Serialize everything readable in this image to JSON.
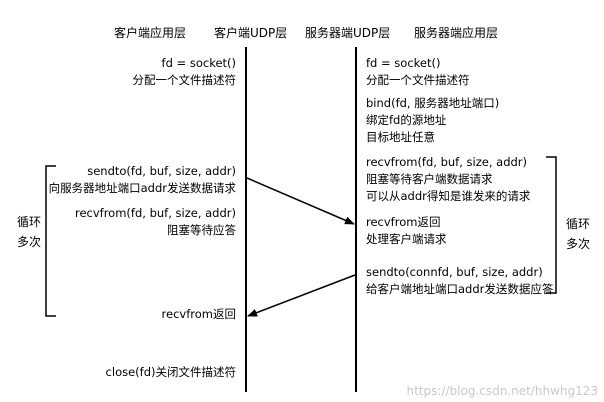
{
  "headers": {
    "client_app": "客户端应用层",
    "client_udp": "客户端UDP层",
    "server_udp": "服务器端UDP层",
    "server_app": "服务器端应用层"
  },
  "client": {
    "socket": "fd = socket()",
    "socket_desc": "分配一个文件描述符",
    "sendto": "sendto(fd, buf, size, addr)",
    "sendto_desc": "向服务器地址端口addr发送数据请求",
    "recvfrom": "recvfrom(fd, buf, size, addr)",
    "recvfrom_desc": "阻塞等待应答",
    "recvfrom_return": "recvfrom返回",
    "close": "close(fd)关闭文件描述符"
  },
  "server": {
    "socket": "fd = socket()",
    "socket_desc": "分配一个文件描述符",
    "bind": "bind(fd, 服务器地址端口)",
    "bind_desc1": "绑定fd的源地址",
    "bind_desc2": "目标地址任意",
    "recvfrom": "recvfrom(fd, buf, size, addr)",
    "recvfrom_desc1": "阻塞等待客户端数据请求",
    "recvfrom_desc2": "可以从addr得知是谁发来的请求",
    "recvfrom_return": "recvfrom返回",
    "handle": "处理客户端请求",
    "sendto": "sendto(connfd, buf, size, addr)",
    "sendto_desc": "给客户端地址端口addr发送数据应答"
  },
  "loop_label": {
    "line1": "循环",
    "line2": "多次"
  },
  "watermark": "https://blog.csdn.net/hhwhg123"
}
